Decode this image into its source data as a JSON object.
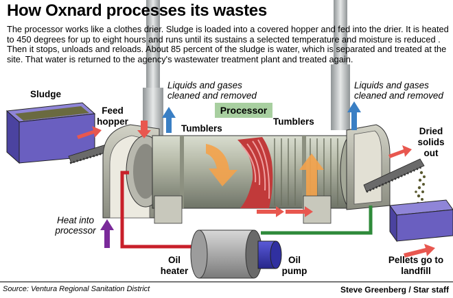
{
  "title": "How Oxnard processes its wastes",
  "description": "The processor works like a clothes drier. Sludge is loaded into a covered hopper and fed into the drier. It is heated to 450 degrees for up to eight hours and runs until its sustains a selected temperature and moisture is reduced . Then it stops, unloads and reloads. About 85 percent of the sludge is water, which is separated and treated at the site. That water is returned to the agency's wastewater treatment plant and treated again.",
  "labels": {
    "sludge": "Sludge",
    "feed_hopper_1": "Feed",
    "feed_hopper_2": "hopper",
    "liquids_left_1": "Liquids and gases",
    "liquids_left_2": "cleaned and removed",
    "liquids_right_1": "Liquids and gases",
    "liquids_right_2": "cleaned and removed",
    "processor": "Processor",
    "tumblers_left": "Tumblers",
    "tumblers_right": "Tumblers",
    "dried_1": "Dried",
    "dried_2": "solids",
    "dried_3": "out",
    "heat_1": "Heat into",
    "heat_2": "processor",
    "oil_heater_1": "Oil",
    "oil_heater_2": "heater",
    "oil_pump_1": "Oil",
    "oil_pump_2": "pump",
    "pellets_1": "Pellets go to",
    "pellets_2": "landfill"
  },
  "source": "Source: Ventura Regional Sanitation District",
  "credit": "Steve Greenberg / Star staff",
  "colors": {
    "bin": "#6a5fc0",
    "pipe_heat": "#c8202a",
    "pipe_return": "#2e8a3a",
    "arrow_red": "#e8574f",
    "arrow_blue": "#3a7fc4",
    "arrow_purple": "#7a2a9a",
    "tumbler_orange": "#f4a24a",
    "processor_label": "#a8cfa0"
  }
}
